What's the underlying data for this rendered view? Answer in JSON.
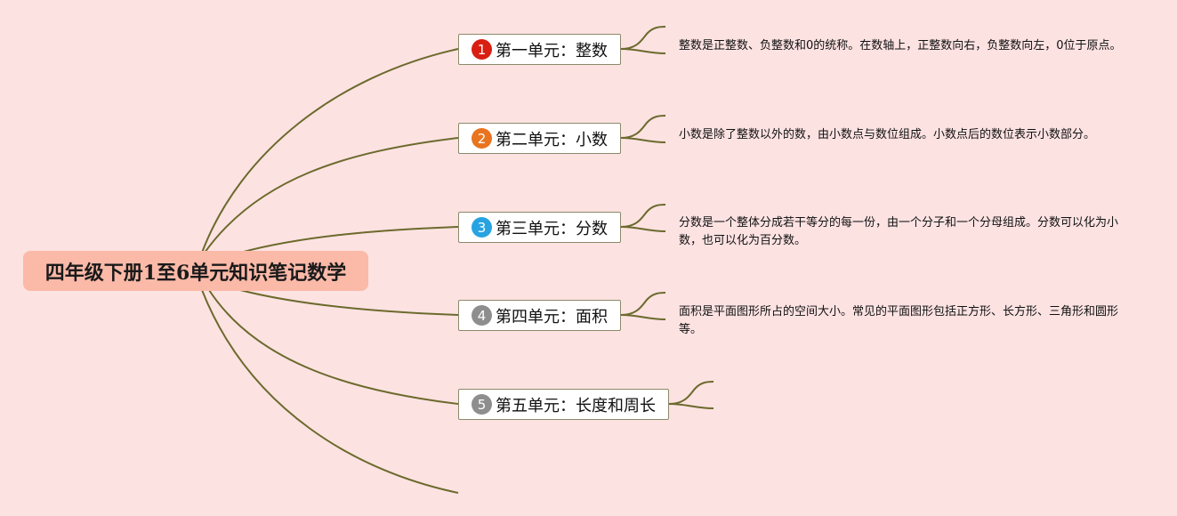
{
  "root": {
    "title": "四年级下册1至6单元知识笔记数学"
  },
  "colors": {
    "background": "#fde2e2",
    "root_fill": "#fbb9a8",
    "line": "#6b6a2c"
  },
  "topics": [
    {
      "number": "1",
      "label": "第一单元：整数",
      "badge_color": "#d91e12",
      "note": "整数是正整数、负整数和0的统称。在数轴上，正整数向右，负整数向左，0位于原点。"
    },
    {
      "number": "2",
      "label": "第二单元：小数",
      "badge_color": "#e8741f",
      "note": "小数是除了整数以外的数，由小数点与数位组成。小数点后的数位表示小数部分。"
    },
    {
      "number": "3",
      "label": "第三单元：分数",
      "badge_color": "#27a3e2",
      "note": "分数是一个整体分成若干等分的每一份，由一个分子和一个分母组成。分数可以化为小数，也可以化为百分数。"
    },
    {
      "number": "4",
      "label": "第四单元：面积",
      "badge_color": "#8e8e8e",
      "note": "面积是平面图形所占的空间大小。常见的平面图形包括正方形、长方形、三角形和圆形等。"
    },
    {
      "number": "5",
      "label": "第五单元：长度和周长",
      "badge_color": "#8e8e8e",
      "note": ""
    }
  ]
}
